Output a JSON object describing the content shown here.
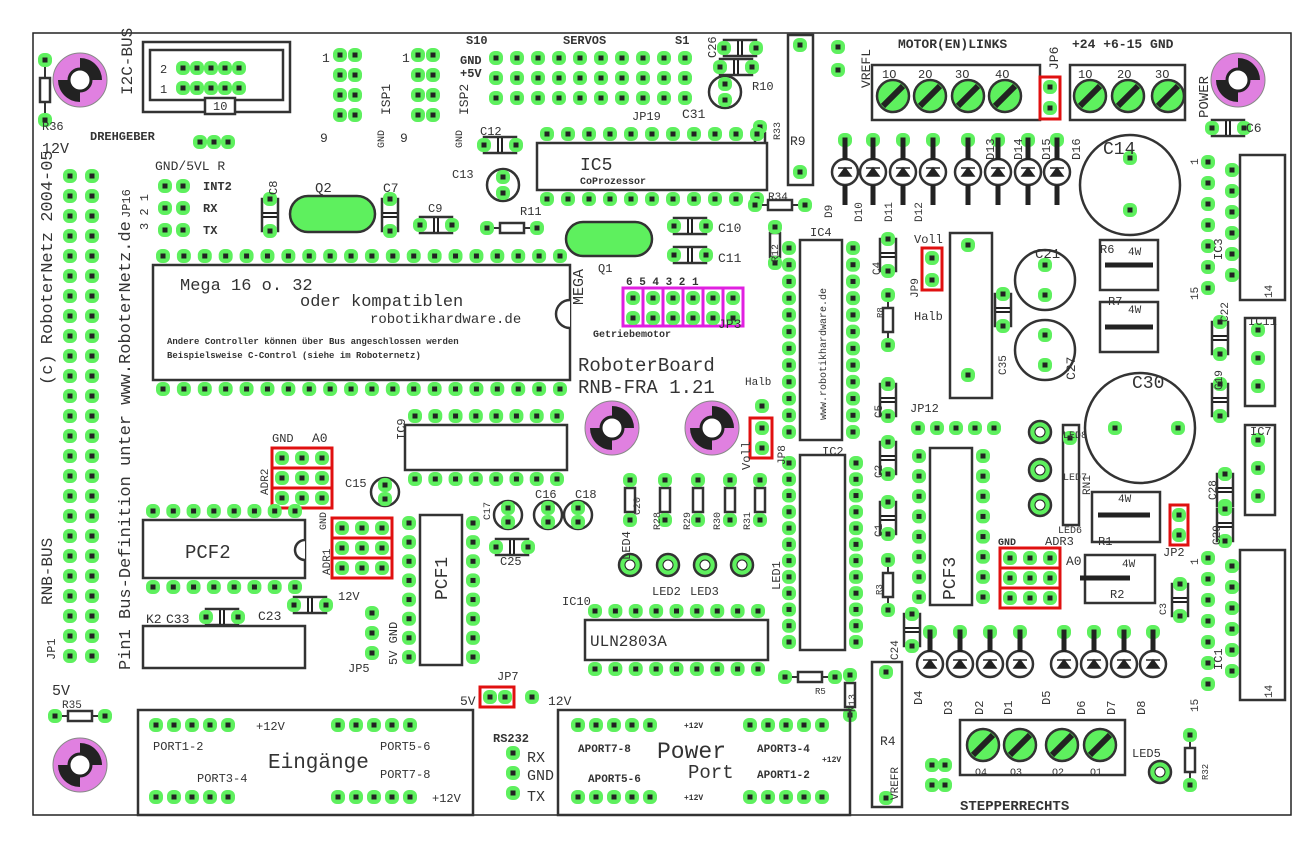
{
  "colors": {
    "pad": "#5ef05e",
    "silk": "#333333",
    "jumper": "#e01010",
    "jumper_alt": "#e020e0",
    "hole": "#e080e0",
    "background": "#ffffff"
  },
  "labels": {
    "i2c": "I2C-BUS",
    "r36": "R36",
    "v12a": "12V",
    "drehgeber": "DREHGEBER",
    "gnd5vl": "GND/5VL R",
    "int2": "INT2",
    "rx1": "RX",
    "tx1": "TX",
    "jp16": "JP16",
    "n321": "3 2 1",
    "c8": "C8",
    "q2": "Q2",
    "c7": "C7",
    "c9": "C9",
    "c12": "C12",
    "c13": "C13",
    "r11": "R11",
    "ic5": "IC5",
    "copro": "CoProzessor",
    "s10": "S10",
    "servos": "SERVOS",
    "s1": "S1",
    "gnd5v": "GND",
    "p5v": "+5V",
    "jp19": "JP19",
    "c31": "C31",
    "r10": "R10",
    "c26": "C26",
    "r33": "R33",
    "r9": "R9",
    "isp1": "ISP1",
    "isp2": "ISP2",
    "one1": "1",
    "nine1": "9",
    "one2": "1",
    "nine2": "9",
    "gndisp1": "GND",
    "gndisp2": "GND",
    "hdr2": "2",
    "hdr1": "1",
    "hdr10": "10",
    "vrefl": "VREFL",
    "motor": "MOTOR(EN)LINKS",
    "t1": "1O",
    "t2": "2O",
    "t3": "3O",
    "t4": "4O",
    "jp6": "JP6",
    "pwrlbl": "+24 +6-15 GND",
    "p1": "1O",
    "p2": "2O",
    "p3": "3O",
    "power": "POWER",
    "c6": "C6",
    "copy": "(c) RoboterNetz 2004-05",
    "rnbbus": "RNB-BUS",
    "pin1": "Pin1 Bus-Definition unter www.RoboterNetz.de",
    "jp1": "JP1",
    "v5a": "5V",
    "r35": "R35",
    "mega1": "Mega 16 o. 32",
    "mega2": "oder kompatiblen",
    "mega3": "robotikhardware.de",
    "mega4": "Andere Controller können über Bus angeschlossen werden",
    "mega5": "Beispielsweise C-Control (siehe im Roboternetz)",
    "mega": "MEGA",
    "q1": "Q1",
    "c10": "C10",
    "c11": "C11",
    "r12": "R12",
    "r34": "R34",
    "jp3nums": "6 5 4 3 2 1",
    "getriebe": "Getriebemotor",
    "jp3": "JP3",
    "rb1": "RoboterBoard",
    "rb2": "RNB-FRA 1.21",
    "halb1": "Halb",
    "ic4": "IC4",
    "www": "www.robotikhardware.de",
    "d9": "D9",
    "d10": "D10",
    "d11": "D11",
    "d12": "D12",
    "d13": "D13",
    "d14": "D14",
    "d15": "D15",
    "d16": "D16",
    "c4": "C4",
    "jp9": "JP9",
    "voll1": "Voll",
    "halb2": "Halb",
    "r8": "R8",
    "c21": "C21",
    "c14": "C14",
    "r6": "R6",
    "w1": "4W",
    "r7": "R7",
    "w2": "4W",
    "ic3": "IC3",
    "c22": "C22",
    "n1a": "1",
    "n15a": "15",
    "n14a": "14",
    "c35": "C35",
    "c27": "C27",
    "c30": "C30",
    "ic11": "IC11",
    "c19": "C19",
    "ic7": "IC7",
    "c28": "C28",
    "c29": "C29",
    "jp12": "JP12",
    "ic2": "IC2",
    "c5": "C5",
    "c2": "C2",
    "c1": "C1",
    "r3": "R3",
    "c24": "C24",
    "r5": "R5",
    "r13": "R13",
    "r4": "R4",
    "vrefr": "VREFR",
    "stepper": "STEPPERRECHTS",
    "d4a": "D4",
    "d3": "D3",
    "d2": "D2",
    "d1": "D1",
    "d5": "D5",
    "d6": "D6",
    "d7": "D7",
    "d8": "D8",
    "o4": "O4",
    "o3": "O3",
    "o2": "O2",
    "o1": "O1",
    "led5": "LED5",
    "r32": "R32",
    "pcf3": "PCF3",
    "adr3": "ADR3",
    "gnd3": "GND",
    "a03": "A0",
    "r1": "R1",
    "r2": "R2",
    "w3": "4W",
    "w4": "4W",
    "jp2": "JP2",
    "led6": "LED6",
    "led7": "LED7",
    "led8": "LED8",
    "rn1": "RN1",
    "c3": "C3",
    "ic1": "IC1",
    "n1b": "1",
    "n15b": "15",
    "n14b": "14",
    "ic9": "IC9",
    "gnd2": "GND",
    "a02": "A0",
    "adr2": "ADR2",
    "c15": "C15",
    "pcf2": "PCF2",
    "adr1": "ADR1",
    "gnd1": "GND",
    "pcf1": "PCF1",
    "c17": "C17",
    "c16": "C16",
    "c18": "C18",
    "c25": "C25",
    "c20": "C20",
    "r28": "R28",
    "r29": "R29",
    "r30": "R30",
    "r31": "R31",
    "led4": "LED4",
    "led2": "LED2",
    "led3": "LED3",
    "led1": "LED1",
    "ic10": "IC10",
    "uln": "ULN2803A",
    "k2": "K2",
    "c33": "C33",
    "c23": "C23",
    "v12b": "12V",
    "v5gnd": "5V GND",
    "jp5": "JP5",
    "jp7": "JP7",
    "v5b": "5V",
    "v12c": "12V",
    "voll2": "Voll",
    "jp8": "JP8",
    "port12": "PORT1-2",
    "port56": "PORT5-6",
    "port34": "PORT3-4",
    "port78": "PORT7-8",
    "eingaenge": "Eingänge",
    "p12v1": "+12V",
    "p12v2": "+12V",
    "rs232": "RS232",
    "rx2": "RX",
    "gnd4": "GND",
    "tx2": "TX",
    "aport78": "APORT7-8",
    "aport34": "APORT3-4",
    "aport56": "APORT5-6",
    "aport12": "APORT1-2",
    "powerw": "Power",
    "port": "Port",
    "a12v1": "+12V",
    "a12v2": "+12V",
    "a12v3": "+12V"
  }
}
